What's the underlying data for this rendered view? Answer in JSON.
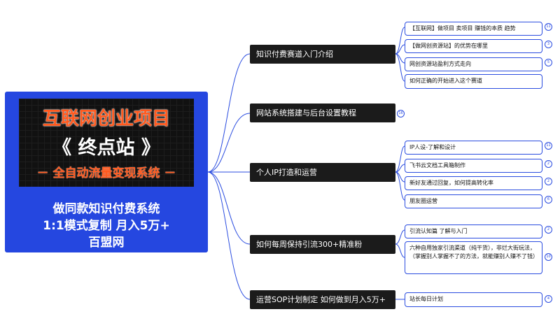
{
  "root": {
    "banner_line1": "互联网创业项目",
    "banner_line2": "《 终点站 》",
    "banner_line3": "－ 全自动流量变现系统 －",
    "line1": "做同款知识付费系统",
    "line2": "1:1模式复制  月入5万+",
    "line3": "百盟网"
  },
  "branches": [
    {
      "label": "知识付费赛道入门介绍",
      "children": [
        {
          "label": "【互联网】做项目 卖项目 赚钱的本质 趋势",
          "count": "11"
        },
        {
          "label": "【做网创资源站】的优势在哪里",
          "count": "3"
        },
        {
          "label": "网创资源站盈利方式走向",
          "count": "5"
        },
        {
          "label": "如何正确的开始进入这个赛道",
          "count": ""
        }
      ]
    },
    {
      "label": "网站系统搭建与后台设置教程",
      "count": "16",
      "children": []
    },
    {
      "label": "个人IP打造和运营",
      "children": [
        {
          "label": "IP人设-了解和设计",
          "count": "11"
        },
        {
          "label": "飞书云文档工具箱制作",
          "count": "2"
        },
        {
          "label": "新好友通过回复，如何提高转化率",
          "count": "2"
        },
        {
          "label": "朋友圈运营",
          "count": "6"
        }
      ]
    },
    {
      "label": "如何每周保持引流300+精准粉",
      "children": [
        {
          "label": "引流认知篇  了解与入门",
          "count": "2"
        },
        {
          "label": "六种自用独家引流渠道（纯干货），非烂大街玩法，（掌握别人掌握不了的方法，就能赚别人赚不了钱）",
          "count": "10"
        }
      ]
    },
    {
      "label": "运营SOP计划制定 如何做到月入5万+",
      "children": [
        {
          "label": "站长每日计划",
          "count": "4"
        }
      ]
    }
  ],
  "colors": {
    "accent": "#2b4de0",
    "root_bg": "#2547e0",
    "node_bg": "#1b1b1b",
    "banner_orange": "#ff5a1f"
  }
}
